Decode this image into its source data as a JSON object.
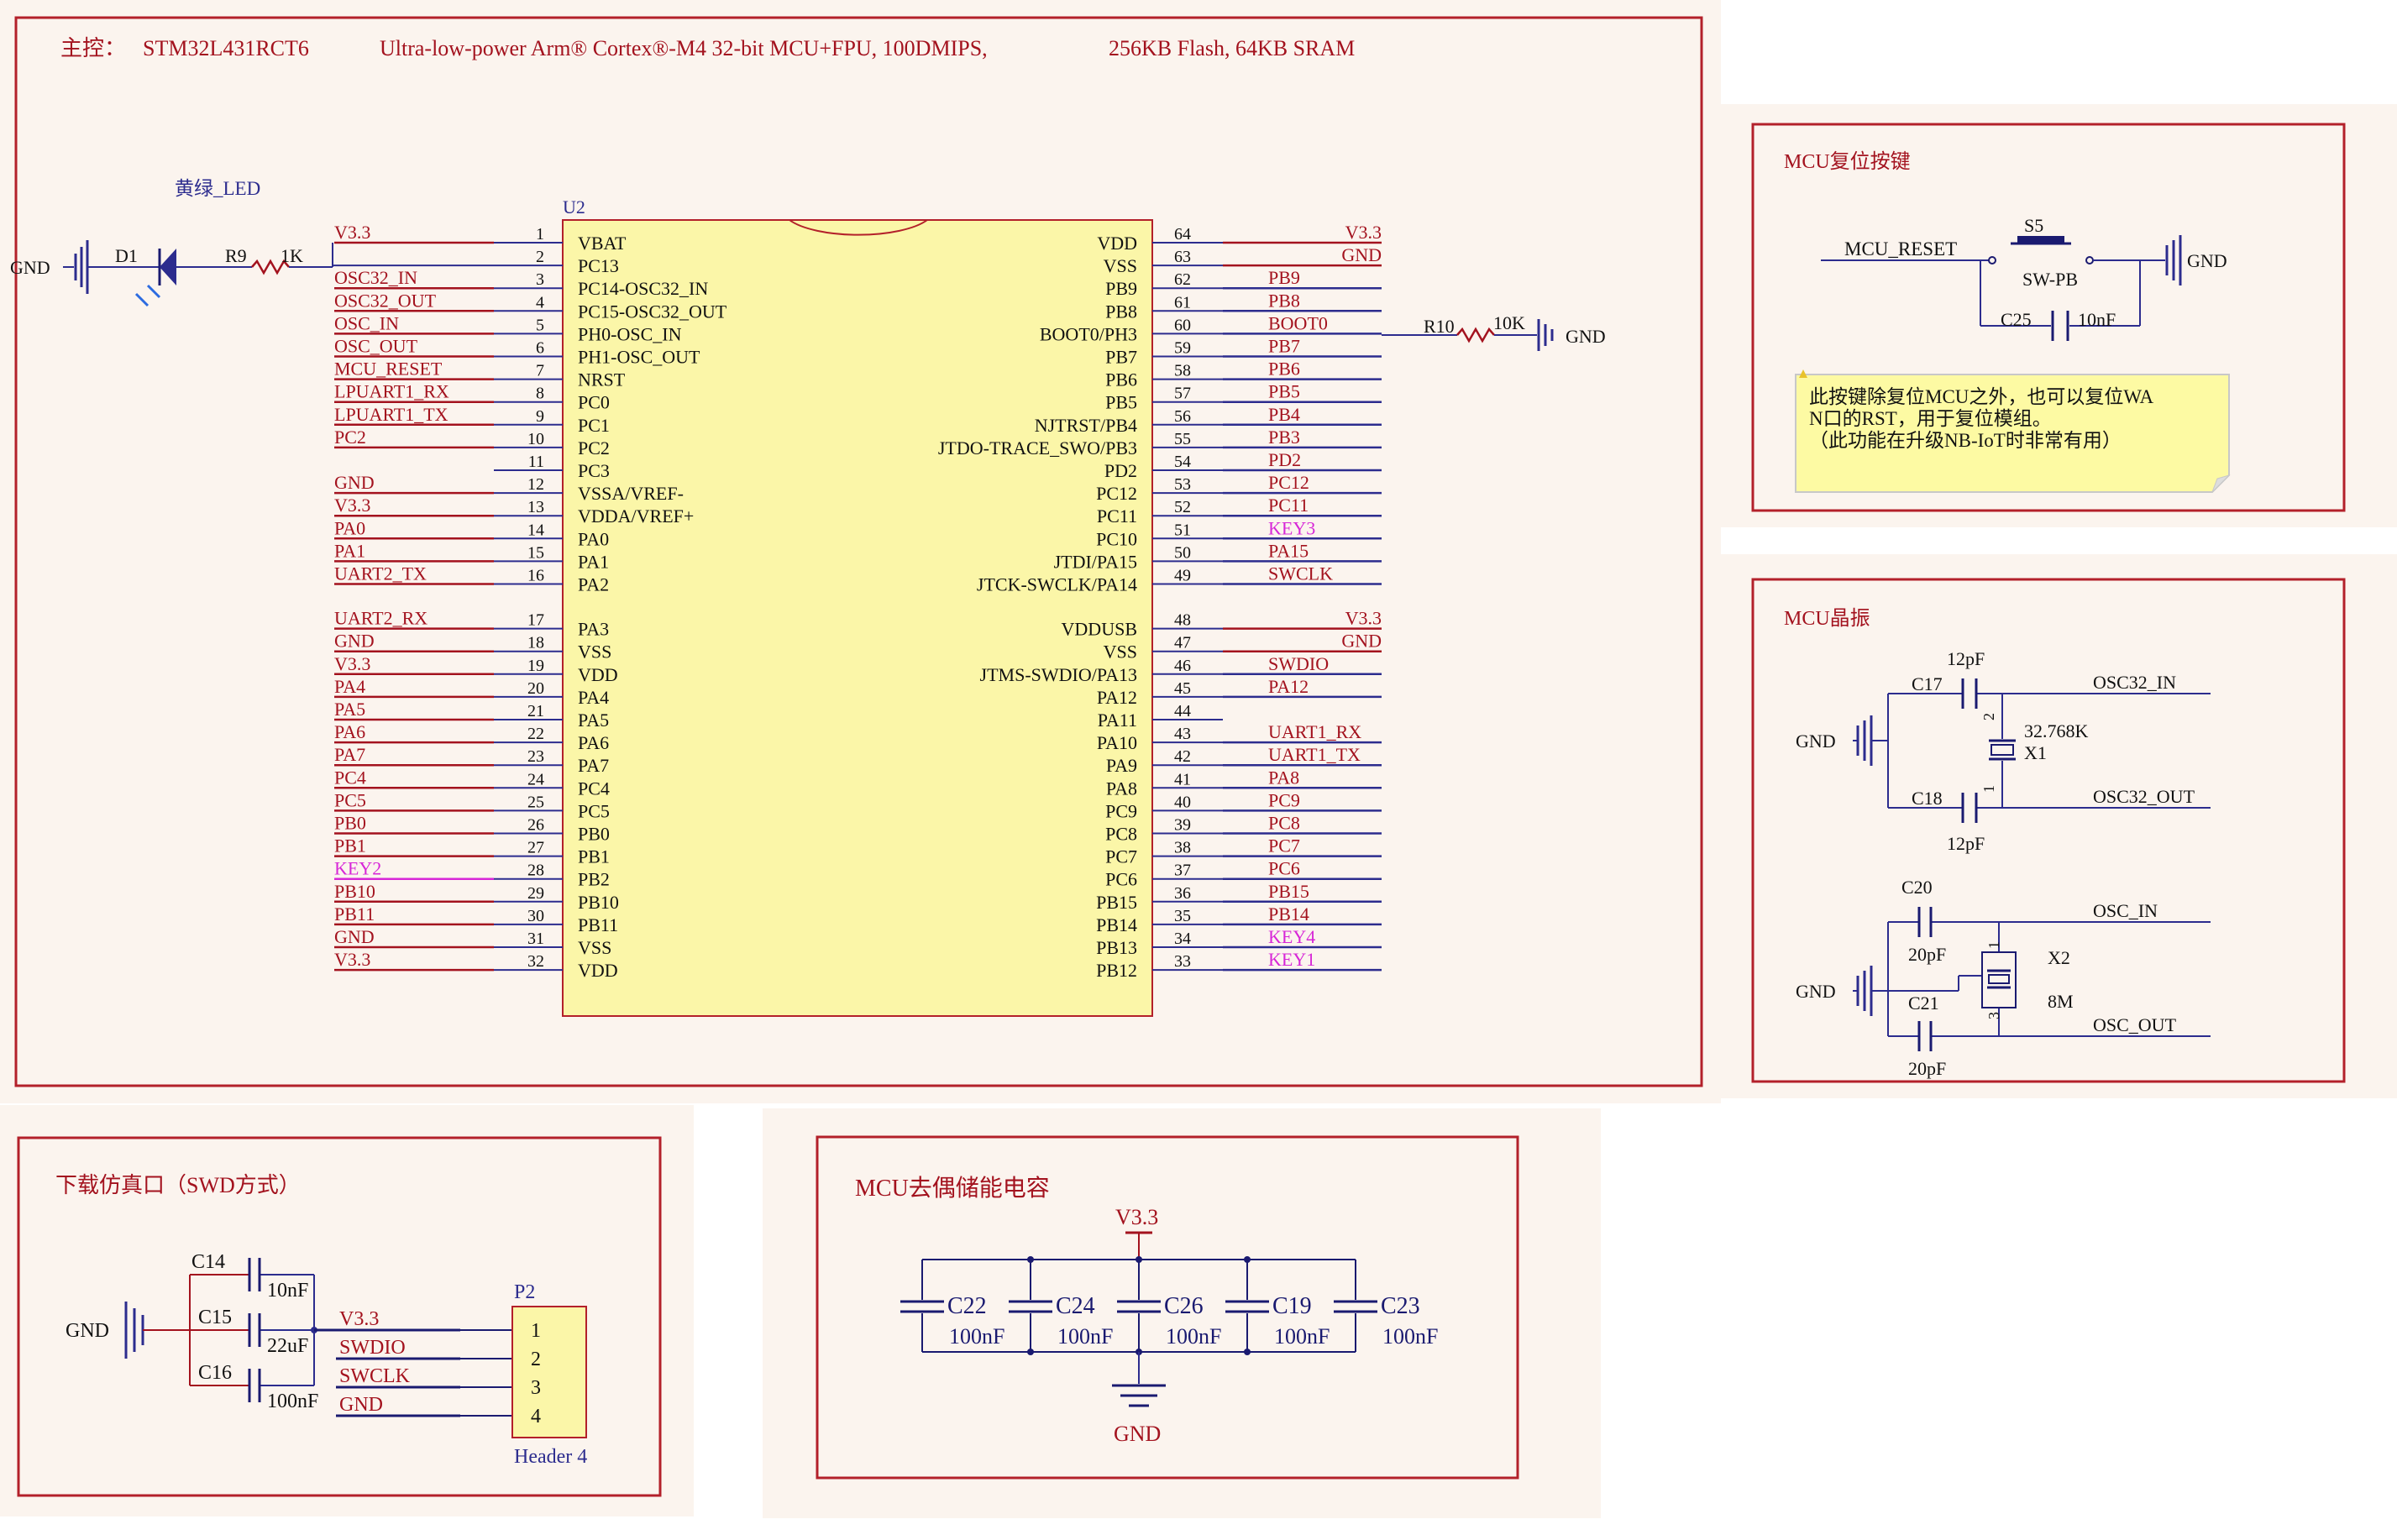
{
  "colors": {
    "frame": "#b3202a",
    "panel_bg": "#fbf4ee",
    "wire": "#2c2c8e",
    "net_red": "#a3121e",
    "net_magenta": "#d726d7",
    "chip_fill": "#fbf6a8",
    "note_fill": "#fdfaa3",
    "text_dark": "#111111",
    "comp": "#1a1a70"
  },
  "main": {
    "header_prefix": "主控：",
    "header_part": "STM32L431RCT6",
    "header_desc": "Ultra-low-power Arm® Cortex®-M4 32-bit MCU+FPU, 100DMIPS,",
    "header_mem": "256KB Flash, 64KB SRAM",
    "chip_ref": "U2",
    "led": {
      "title": "黄绿_LED",
      "ref": "D1",
      "gnd": "GND",
      "res_ref": "R9",
      "res_val": "1K",
      "net": "V3.3"
    },
    "boot": {
      "res_ref": "R10",
      "res_val": "10K",
      "gnd": "GND"
    },
    "left_pins": [
      {
        "num": "1",
        "name": "VBAT",
        "net": "V3.3",
        "c": "r"
      },
      {
        "num": "2",
        "name": "PC13",
        "net": "",
        "c": "r"
      },
      {
        "num": "3",
        "name": "PC14-OSC32_IN",
        "net": "OSC32_IN",
        "c": "r"
      },
      {
        "num": "4",
        "name": "PC15-OSC32_OUT",
        "net": "OSC32_OUT",
        "c": "r"
      },
      {
        "num": "5",
        "name": "PH0-OSC_IN",
        "net": "OSC_IN",
        "c": "r"
      },
      {
        "num": "6",
        "name": "PH1-OSC_OUT",
        "net": "OSC_OUT",
        "c": "r"
      },
      {
        "num": "7",
        "name": "NRST",
        "net": "MCU_RESET",
        "c": "r"
      },
      {
        "num": "8",
        "name": "PC0",
        "net": "LPUART1_RX",
        "c": "r"
      },
      {
        "num": "9",
        "name": "PC1",
        "net": "LPUART1_TX",
        "c": "r"
      },
      {
        "num": "10",
        "name": "PC2",
        "net": "PC2",
        "c": "r"
      },
      {
        "num": "11",
        "name": "PC3",
        "net": "",
        "c": "r"
      },
      {
        "num": "12",
        "name": "VSSA/VREF-",
        "net": "GND",
        "c": "r"
      },
      {
        "num": "13",
        "name": "VDDA/VREF+",
        "net": "V3.3",
        "c": "r"
      },
      {
        "num": "14",
        "name": "PA0",
        "net": "PA0",
        "c": "r"
      },
      {
        "num": "15",
        "name": "PA1",
        "net": "PA1",
        "c": "r"
      },
      {
        "num": "16",
        "name": "PA2",
        "net": "UART2_TX",
        "c": "r"
      },
      {
        "num": "17",
        "name": "PA3",
        "net": "UART2_RX",
        "c": "r"
      },
      {
        "num": "18",
        "name": "VSS",
        "net": "GND",
        "c": "r"
      },
      {
        "num": "19",
        "name": "VDD",
        "net": "V3.3",
        "c": "r"
      },
      {
        "num": "20",
        "name": "PA4",
        "net": "PA4",
        "c": "r"
      },
      {
        "num": "21",
        "name": "PA5",
        "net": "PA5",
        "c": "r"
      },
      {
        "num": "22",
        "name": "PA6",
        "net": "PA6",
        "c": "r"
      },
      {
        "num": "23",
        "name": "PA7",
        "net": "PA7",
        "c": "r"
      },
      {
        "num": "24",
        "name": "PC4",
        "net": "PC4",
        "c": "r"
      },
      {
        "num": "25",
        "name": "PC5",
        "net": "PC5",
        "c": "r"
      },
      {
        "num": "26",
        "name": "PB0",
        "net": "PB0",
        "c": "r"
      },
      {
        "num": "27",
        "name": "PB1",
        "net": "PB1",
        "c": "r"
      },
      {
        "num": "28",
        "name": "PB2",
        "net": "KEY2",
        "c": "m"
      },
      {
        "num": "29",
        "name": "PB10",
        "net": "PB10",
        "c": "r"
      },
      {
        "num": "30",
        "name": "PB11",
        "net": "PB11",
        "c": "r"
      },
      {
        "num": "31",
        "name": "VSS",
        "net": "GND",
        "c": "r"
      },
      {
        "num": "32",
        "name": "VDD",
        "net": "V3.3",
        "c": "r"
      }
    ],
    "right_pins": [
      {
        "num": "64",
        "name": "VDD",
        "net": "V3.3",
        "c": "r"
      },
      {
        "num": "63",
        "name": "VSS",
        "net": "GND",
        "c": "r"
      },
      {
        "num": "62",
        "name": "PB9",
        "net": "PB9",
        "c": "r"
      },
      {
        "num": "61",
        "name": "PB8",
        "net": "PB8",
        "c": "r"
      },
      {
        "num": "60",
        "name": "BOOT0/PH3",
        "net": "BOOT0",
        "c": "r"
      },
      {
        "num": "59",
        "name": "PB7",
        "net": "PB7",
        "c": "r"
      },
      {
        "num": "58",
        "name": "PB6",
        "net": "PB6",
        "c": "r"
      },
      {
        "num": "57",
        "name": "PB5",
        "net": "PB5",
        "c": "r"
      },
      {
        "num": "56",
        "name": "NJTRST/PB4",
        "net": "PB4",
        "c": "r"
      },
      {
        "num": "55",
        "name": "JTDO-TRACE_SWO/PB3",
        "net": "PB3",
        "c": "r"
      },
      {
        "num": "54",
        "name": "PD2",
        "net": "PD2",
        "c": "r"
      },
      {
        "num": "53",
        "name": "PC12",
        "net": "PC12",
        "c": "r"
      },
      {
        "num": "52",
        "name": "PC11",
        "net": "PC11",
        "c": "r"
      },
      {
        "num": "51",
        "name": "PC10",
        "net": "KEY3",
        "c": "m"
      },
      {
        "num": "50",
        "name": "JTDI/PA15",
        "net": "PA15",
        "c": "r"
      },
      {
        "num": "49",
        "name": "JTCK-SWCLK/PA14",
        "net": "SWCLK",
        "c": "r"
      },
      {
        "num": "48",
        "name": "VDDUSB",
        "net": "V3.3",
        "c": "r"
      },
      {
        "num": "47",
        "name": "VSS",
        "net": "GND",
        "c": "r"
      },
      {
        "num": "46",
        "name": "JTMS-SWDIO/PA13",
        "net": "SWDIO",
        "c": "r"
      },
      {
        "num": "45",
        "name": "PA12",
        "net": "PA12",
        "c": "r"
      },
      {
        "num": "44",
        "name": "PA11",
        "net": "",
        "c": "r"
      },
      {
        "num": "43",
        "name": "PA10",
        "net": "UART1_RX",
        "c": "r"
      },
      {
        "num": "42",
        "name": "PA9",
        "net": "UART1_TX",
        "c": "r"
      },
      {
        "num": "41",
        "name": "PA8",
        "net": "PA8",
        "c": "r"
      },
      {
        "num": "40",
        "name": "PC9",
        "net": "PC9",
        "c": "r"
      },
      {
        "num": "39",
        "name": "PC8",
        "net": "PC8",
        "c": "r"
      },
      {
        "num": "38",
        "name": "PC7",
        "net": "PC7",
        "c": "r"
      },
      {
        "num": "37",
        "name": "PC6",
        "net": "PC6",
        "c": "r"
      },
      {
        "num": "36",
        "name": "PB15",
        "net": "PB15",
        "c": "r"
      },
      {
        "num": "35",
        "name": "PB14",
        "net": "PB14",
        "c": "r"
      },
      {
        "num": "34",
        "name": "PB13",
        "net": "KEY4",
        "c": "m"
      },
      {
        "num": "33",
        "name": "PB12",
        "net": "KEY1",
        "c": "m"
      }
    ]
  },
  "reset": {
    "title": "MCU复位按键",
    "net": "MCU_RESET",
    "sw_ref": "S5",
    "sw_type": "SW-PB",
    "cap_ref": "C25",
    "cap_val": "10nF",
    "gnd": "GND",
    "note_line1": "此按键除复位MCU之外，也可以复位WA",
    "note_line2": "N口的RST，用于复位模组。",
    "note_line3": "（此功能在升级NB-IoT时非常有用）"
  },
  "crystal": {
    "title": "MCU晶振",
    "gnd": "GND",
    "c17_ref": "C17",
    "c17_val": "12pF",
    "c18_ref": "C18",
    "c18_val": "12pF",
    "x1_freq": "32.768K",
    "x1_ref": "X1",
    "net_osc32_in": "OSC32_IN",
    "net_osc32_out": "OSC32_OUT",
    "c20_ref": "C20",
    "c20_val": "20pF",
    "c21_ref": "C21",
    "c21_val": "20pF",
    "x2_ref": "X2",
    "x2_freq": "8M",
    "net_osc_in": "OSC_IN",
    "net_osc_out": "OSC_OUT",
    "pin1": "1",
    "pin2": "2",
    "pin3": "3"
  },
  "swd": {
    "title": "下载仿真口（SWD方式）",
    "gnd": "GND",
    "caps": [
      {
        "ref": "C14",
        "val": "10nF"
      },
      {
        "ref": "C15",
        "val": "22uF"
      },
      {
        "ref": "C16",
        "val": "100nF"
      }
    ],
    "conn_ref": "P2",
    "conn_type": "Header 4",
    "pins": [
      {
        "num": "1",
        "net": "V3.3"
      },
      {
        "num": "2",
        "net": "SWDIO"
      },
      {
        "num": "3",
        "net": "SWCLK"
      },
      {
        "num": "4",
        "net": "GND"
      }
    ]
  },
  "decoupling": {
    "title": "MCU去偶储能电容",
    "vcc": "V3.3",
    "gnd": "GND",
    "caps": [
      {
        "ref": "C22",
        "val": "100nF"
      },
      {
        "ref": "C24",
        "val": "100nF"
      },
      {
        "ref": "C26",
        "val": "100nF"
      },
      {
        "ref": "C19",
        "val": "100nF"
      },
      {
        "ref": "C23",
        "val": "100nF"
      }
    ]
  }
}
